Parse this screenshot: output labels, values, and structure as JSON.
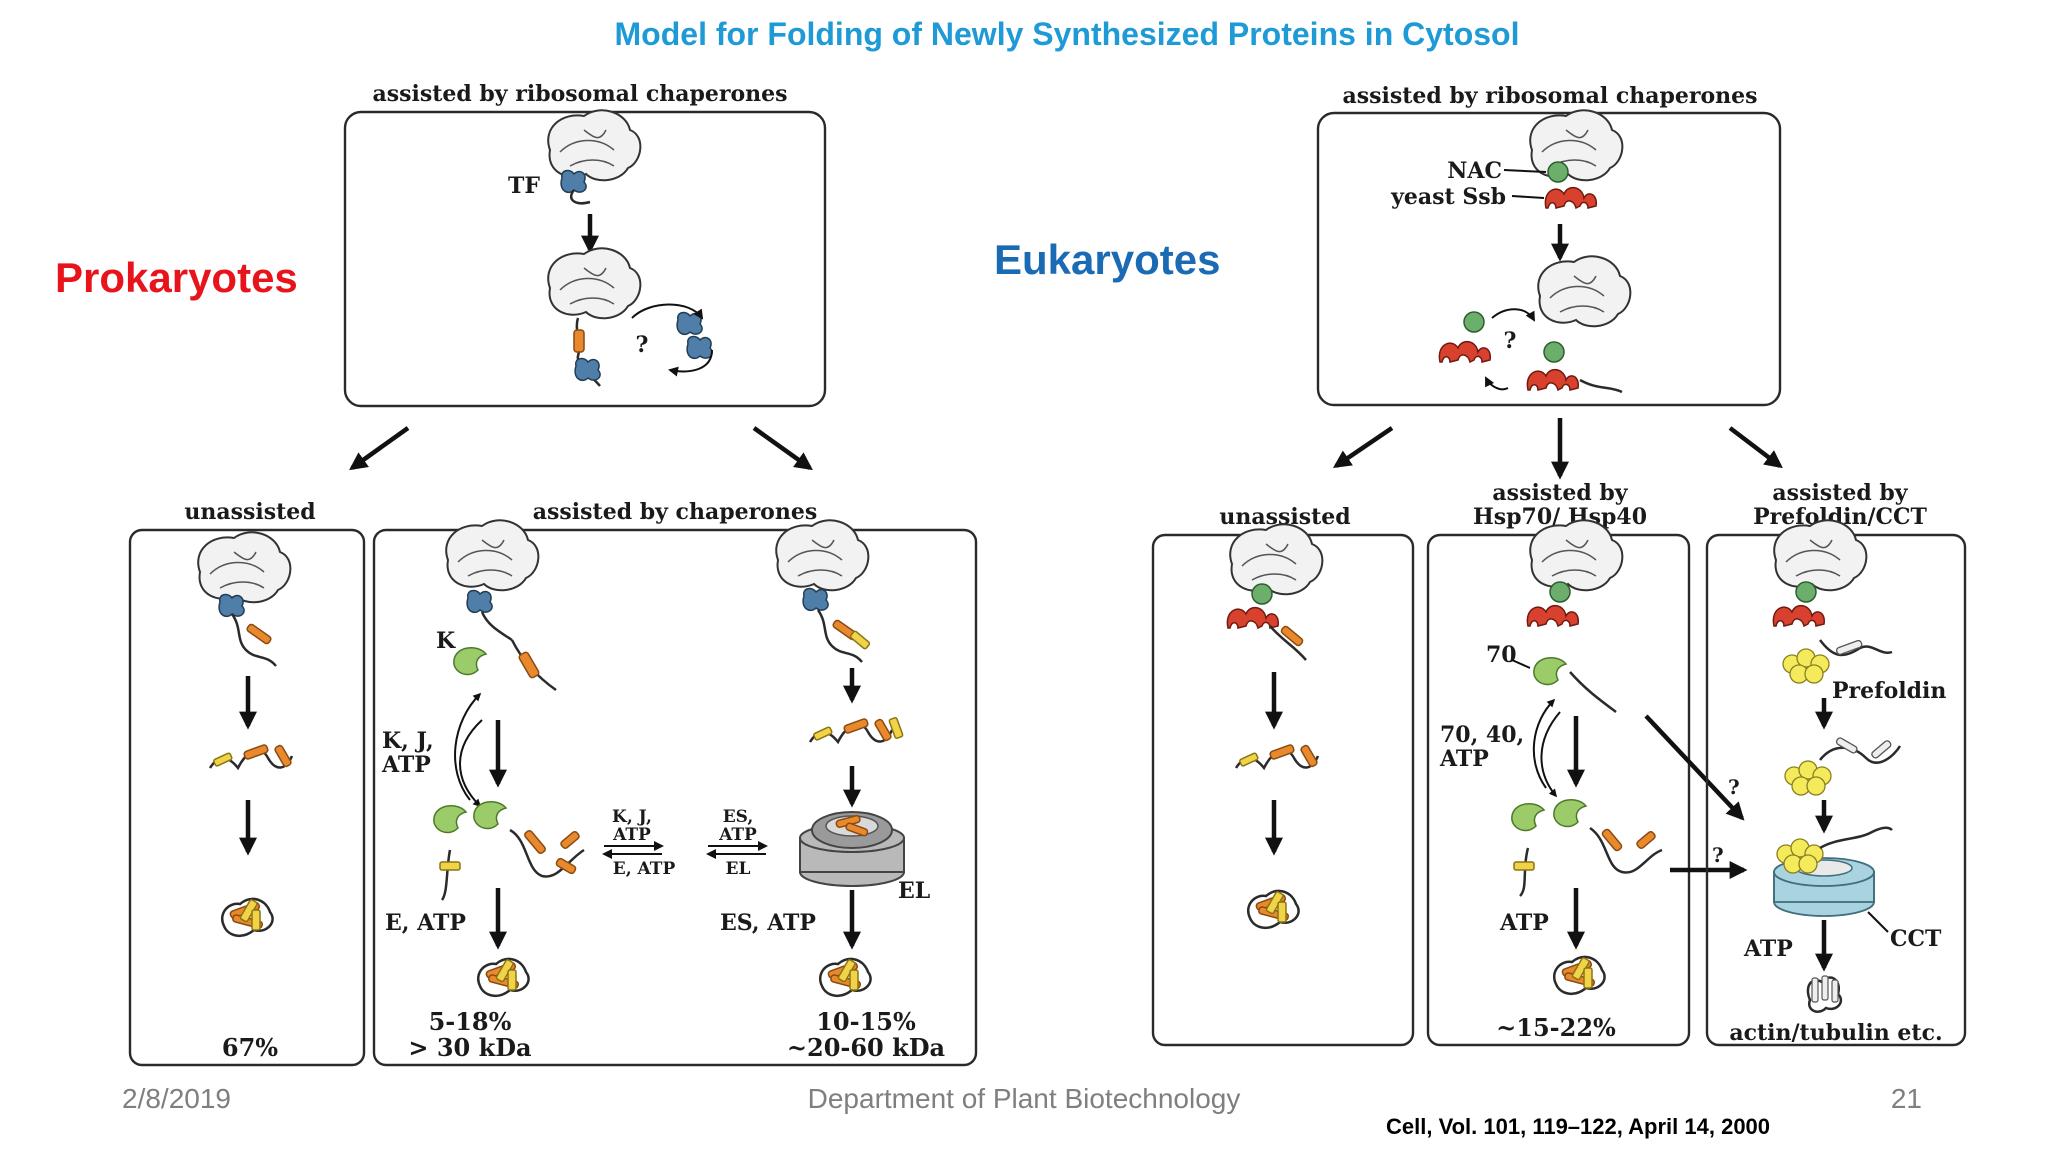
{
  "slide": {
    "title": "Model for Folding of Newly Synthesized Proteins in Cytosol",
    "footer_date": "2/8/2019",
    "footer_dept": "Department of Plant Biotechnology",
    "footer_page": "21",
    "citation": "Cell, Vol. 101, 119–122, April 14, 2000",
    "colors": {
      "title": "#1e9ad6",
      "prokaryotes": "#e8141c",
      "eukaryotes": "#1a6bb4",
      "footer": "#7f7f7f"
    }
  },
  "prokaryotes": {
    "label": "Prokaryotes",
    "top_heading": "assisted by ribosomal chaperones",
    "tf_label": "TF",
    "question": "?",
    "unassisted": {
      "heading": "unassisted",
      "percent": "67%"
    },
    "assisted": {
      "heading": "assisted by chaperones",
      "k": "K",
      "kj_atp_1": "K, J,",
      "kj_atp_2": "ATP",
      "e_atp": "E, ATP",
      "eq_left_top_1": "K, J,",
      "eq_left_top_2": "ATP",
      "eq_left_bottom": "E, ATP",
      "eq_right_top_1": "ES,",
      "eq_right_top_2": "ATP",
      "eq_right_bottom": "EL",
      "el": "EL",
      "es_atp": "ES, ATP",
      "left_result_1": "5-18%",
      "left_result_2": "> 30 kDa",
      "right_result_1": "10-15%",
      "right_result_2": "~20-60 kDa"
    }
  },
  "eukaryotes": {
    "label": "Eukaryotes",
    "top_heading": "assisted by ribosomal chaperones",
    "nac": "NAC",
    "ssb": "yeast Ssb",
    "question": "?",
    "unassisted": {
      "heading": "unassisted"
    },
    "hsp": {
      "heading_1": "assisted by",
      "heading_2": "Hsp70/ Hsp40",
      "n70": "70",
      "n7040_1": "70, 40,",
      "n7040_2": "ATP",
      "atp": "ATP",
      "result": "~15-22%"
    },
    "cct": {
      "heading_1": "assisted by",
      "heading_2": "Prefoldin/CCT",
      "prefoldin": "Prefoldin",
      "cct": "CCT",
      "atp": "ATP",
      "result": "actin/tubulin etc.",
      "q1": "?",
      "q2": "?"
    }
  }
}
